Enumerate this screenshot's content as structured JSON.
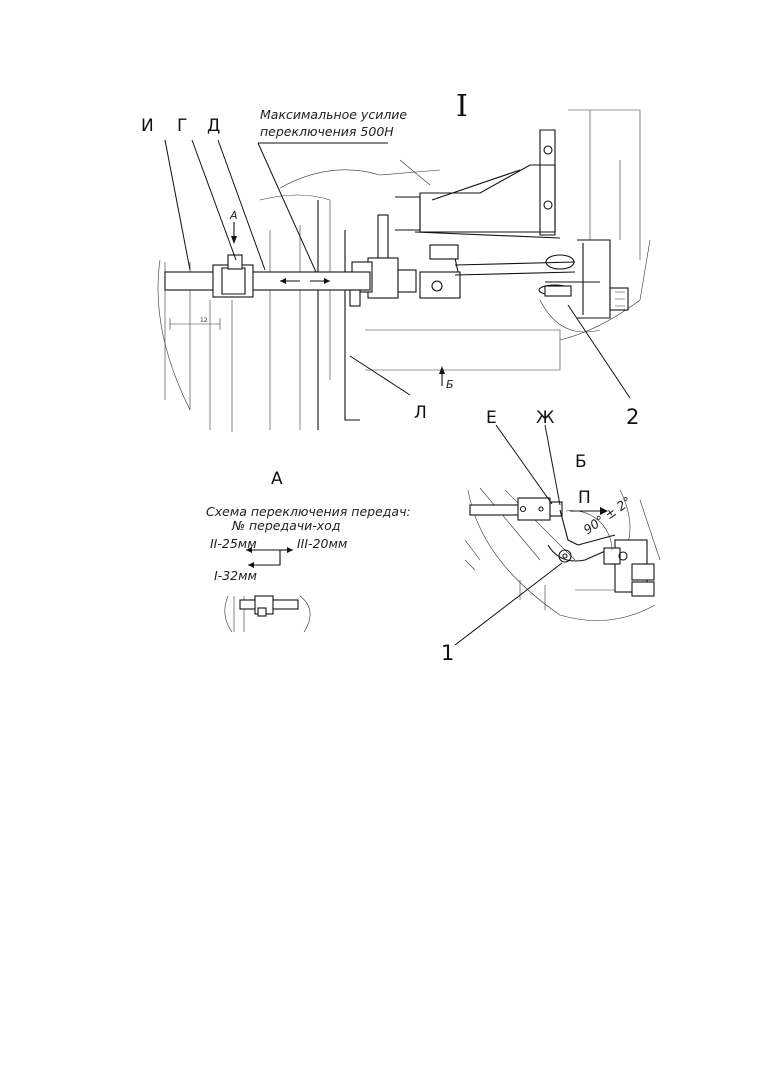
{
  "title": "I",
  "force_note": {
    "line1": "Максимальное усилие",
    "line2": "переключения 500Н"
  },
  "callouts": {
    "i": "И",
    "g": "Г",
    "d": "Д",
    "l": "Л",
    "two": "2",
    "one": "1",
    "e": "Е",
    "zh": "Ж",
    "p": "П"
  },
  "view_markers": {
    "a_arrow": "А",
    "b_arrow": "Б"
  },
  "view_a": {
    "title": "А",
    "scheme_title": "Схема переключения передач:",
    "scheme_subtitle": "№ передачи-ход",
    "gears": [
      {
        "label": "II-25мм"
      },
      {
        "label": "III-20мм"
      },
      {
        "label": "I-32мм"
      }
    ]
  },
  "view_b": {
    "title": "Б",
    "angle": "90° ± 2°"
  },
  "dimension_text": "12"
}
